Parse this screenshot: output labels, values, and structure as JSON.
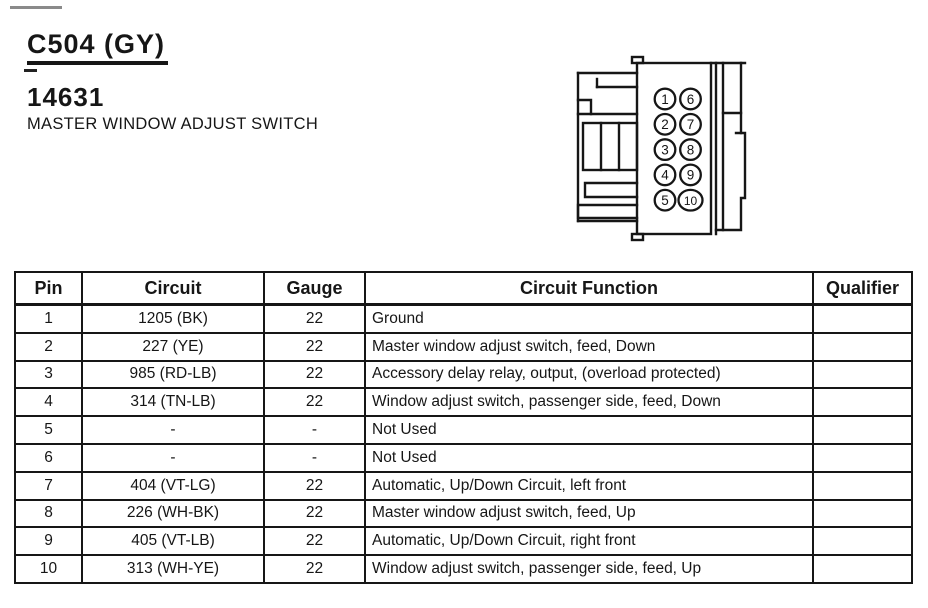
{
  "page": {
    "background": "#ffffff",
    "ink": "#161616"
  },
  "header": {
    "connector_id": "C504 (GY)",
    "part_number": "14631",
    "description": "MASTER WINDOW ADJUST SWITCH"
  },
  "connector": {
    "pins": [
      "1",
      "2",
      "3",
      "4",
      "5",
      "6",
      "7",
      "8",
      "9",
      "10"
    ]
  },
  "table": {
    "headers": [
      "Pin",
      "Circuit",
      "Gauge",
      "Circuit Function",
      "Qualifier"
    ],
    "rows": [
      {
        "pin": "1",
        "circuit": "1205 (BK)",
        "gauge": "22",
        "function": "Ground",
        "qualifier": ""
      },
      {
        "pin": "2",
        "circuit": "227 (YE)",
        "gauge": "22",
        "function": "Master window adjust switch, feed, Down",
        "qualifier": ""
      },
      {
        "pin": "3",
        "circuit": "985 (RD-LB)",
        "gauge": "22",
        "function": "Accessory delay relay, output, (overload protected)",
        "qualifier": ""
      },
      {
        "pin": "4",
        "circuit": "314 (TN-LB)",
        "gauge": "22",
        "function": "Window adjust switch, passenger side, feed, Down",
        "qualifier": ""
      },
      {
        "pin": "5",
        "circuit": "-",
        "gauge": "-",
        "function": "Not Used",
        "qualifier": ""
      },
      {
        "pin": "6",
        "circuit": "-",
        "gauge": "-",
        "function": "Not Used",
        "qualifier": ""
      },
      {
        "pin": "7",
        "circuit": "404 (VT-LG)",
        "gauge": "22",
        "function": "Automatic, Up/Down Circuit, left front",
        "qualifier": ""
      },
      {
        "pin": "8",
        "circuit": "226 (WH-BK)",
        "gauge": "22",
        "function": "Master window adjust switch, feed, Up",
        "qualifier": ""
      },
      {
        "pin": "9",
        "circuit": "405 (VT-LB)",
        "gauge": "22",
        "function": "Automatic, Up/Down Circuit, right front",
        "qualifier": ""
      },
      {
        "pin": "10",
        "circuit": "313 (WH-YE)",
        "gauge": "22",
        "function": "Window adjust switch, passenger side, feed, Up",
        "qualifier": ""
      }
    ]
  }
}
